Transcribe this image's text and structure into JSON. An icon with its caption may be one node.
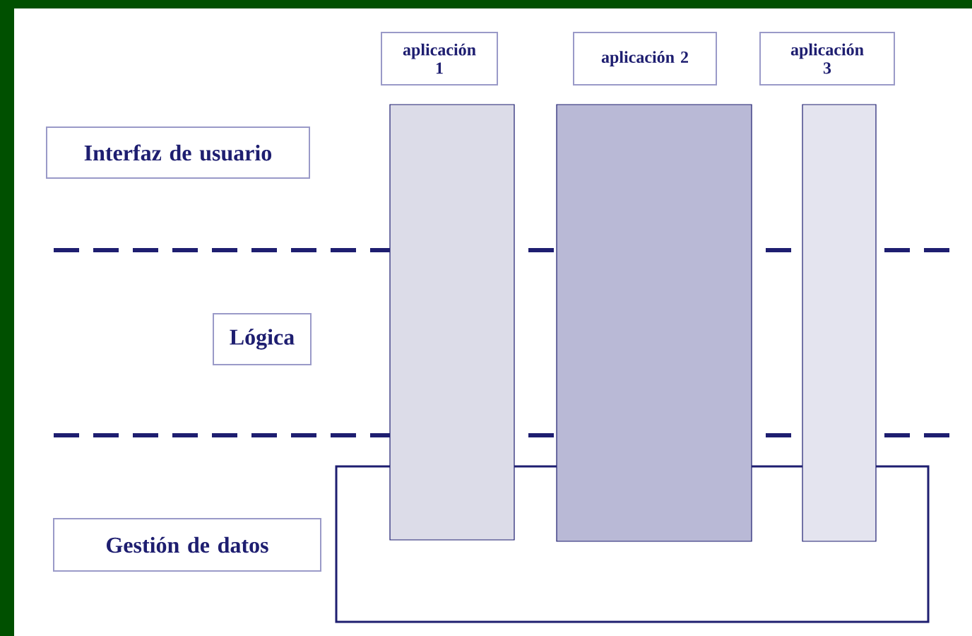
{
  "diagram": {
    "nodes": [
      {
        "text": [
          "aplicación 1"
        ]
      },
      {
        "text": [
          "aplicación 2"
        ]
      },
      {
        "text": [
          "aplicación 3"
        ]
      },
      {
        "text": [],
        "shape": "bar"
      },
      {
        "text": [],
        "shape": "bar"
      },
      {
        "text": [],
        "shape": "bar"
      },
      {
        "text": [
          "Interfaz de usuario"
        ]
      },
      {
        "text": [
          "Lógica"
        ]
      },
      {
        "text": [],
        "shape": "box"
      },
      {
        "text": [
          "Gestión de datos"
        ]
      }
    ]
  }
}
